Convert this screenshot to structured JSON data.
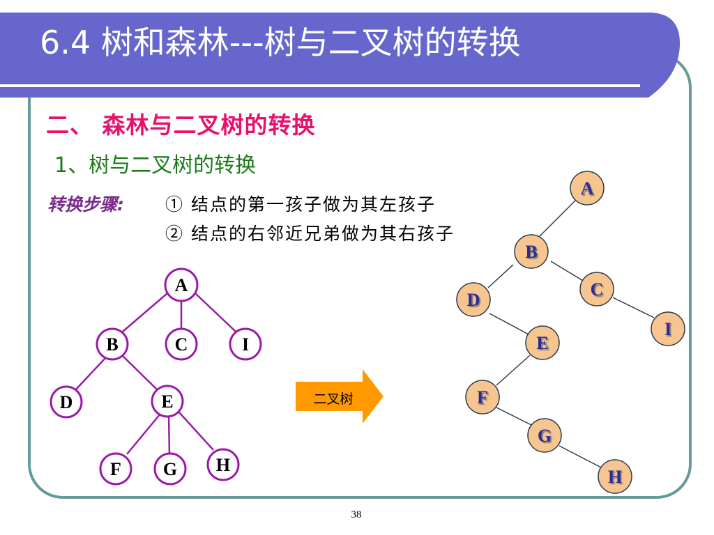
{
  "slide": {
    "title": "6.4 树和森林---树与二叉树的转换",
    "section_heading": "二、  森林与二叉树的转换",
    "subheading": "1、树与二叉树的转换",
    "steps_label": "转换步骤:",
    "steps": [
      "① 结点的第一孩子做为其左孩子",
      "② 结点的右邻近兄弟做为其右孩子"
    ],
    "arrow_label": "二叉树",
    "page_number": "38"
  },
  "original_tree": {
    "nodes": [
      "A",
      "B",
      "C",
      "I",
      "D",
      "E",
      "F",
      "G",
      "H"
    ],
    "edges": [
      [
        "A",
        "B"
      ],
      [
        "A",
        "C"
      ],
      [
        "A",
        "I"
      ],
      [
        "B",
        "D"
      ],
      [
        "B",
        "E"
      ],
      [
        "E",
        "F"
      ],
      [
        "E",
        "G"
      ],
      [
        "E",
        "H"
      ]
    ]
  },
  "binary_tree": {
    "nodes": [
      "A",
      "B",
      "C",
      "I",
      "D",
      "E",
      "F",
      "G",
      "H"
    ],
    "edges": [
      [
        "A",
        "B"
      ],
      [
        "B",
        "D"
      ],
      [
        "B",
        "C"
      ],
      [
        "C",
        "I"
      ],
      [
        "D",
        "E"
      ],
      [
        "E",
        "F"
      ],
      [
        "F",
        "G"
      ],
      [
        "G",
        "H"
      ]
    ]
  },
  "colors": {
    "header_bg": "#6666cc",
    "frame_border": "#669999",
    "tree_stroke": "#9a1aa8",
    "binary_node_fill": "#f7c690",
    "arrow_fill": "#ff9900",
    "heading_color": "#e8106c",
    "subheading_color": "#1a7a1a"
  }
}
